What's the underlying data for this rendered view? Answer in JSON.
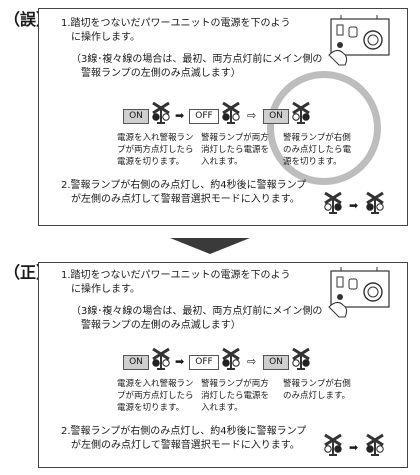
{
  "wrong_section": {
    "tag": "（誤）",
    "step1_line1": "1.踏切をつないだパワーユニットの電源を下のよう",
    "step1_line2": "に操作します。",
    "note_line1": "（3線･複々線の場合は、最初、両方点灯前にメイン側の",
    "note_line2": "警報ランプの左側のみ点滅します）",
    "seq": {
      "on1": "ON",
      "off": "OFF",
      "on2": "ON",
      "cap1": [
        "電源を入れ警報ラン",
        "プが両方点灯したら",
        "電源を切ります。"
      ],
      "cap2": [
        "警報ランプが両方",
        "消灯したら電源を",
        "入れます。"
      ],
      "cap3": [
        "警報ランプが右側",
        "のみ点灯したら電",
        "源を切ります。"
      ]
    },
    "step2_line1": "2.警報ランプが右側のみ点灯し、約4秒後に警報ランプ",
    "step2_line2": "が左側のみ点灯して警報音選択モードに入ります。"
  },
  "correct_section": {
    "tag": "（正）",
    "step1_line1": "1.踏切をつないだパワーユニットの電源を下のよう",
    "step1_line2": "に操作します。",
    "note_line1": "（3線･複々線の場合は、最初、両方点灯前にメイン側の",
    "note_line2": "警報ランプの左側のみ点滅します）",
    "seq": {
      "on1": "ON",
      "off": "OFF",
      "on2": "ON",
      "cap1": [
        "電源を入れ警報ラン",
        "プが両方点灯したら",
        "電源を切ります。"
      ],
      "cap2": [
        "警報ランプが両方",
        "消灯したら電源を",
        "入れます。"
      ],
      "cap3": [
        "警報ランプが右側",
        "のみ点灯します。"
      ]
    },
    "step2_line1": "2.警報ランプが右側のみ点灯し、約4秒後に警報ランプ",
    "step2_line2": "が左側のみ点灯して警報音選択モードに入ります。"
  },
  "colors": {
    "border": "#444444",
    "chip_fill": "#cfcfcf",
    "highlight_ring": "#bdbdbd",
    "arrow_fill": "#3a3a3a"
  },
  "icons": [
    "crossing-signal-icon",
    "power-unit-icon",
    "arrow-right-icon",
    "hollow-arrow-icon"
  ]
}
